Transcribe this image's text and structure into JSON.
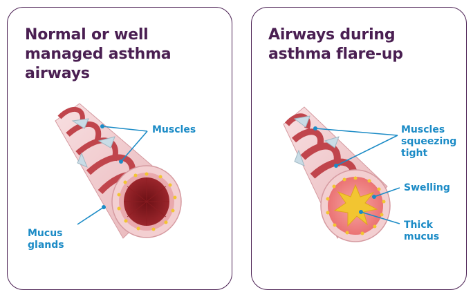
{
  "panels": {
    "normal": {
      "title": "Normal or well managed asthma airways",
      "labels": {
        "muscles": "Muscles",
        "mucus_glands": "Mucus\nglands"
      }
    },
    "flare": {
      "title": "Airways during asthma flare-up",
      "labels": {
        "muscles_tight": "Muscles\nsqueezing\ntight",
        "swelling": "Swelling",
        "thick_mucus": "Thick\nmucus"
      }
    }
  },
  "colors": {
    "title": "#4a1f52",
    "label": "#1b8bc6",
    "border": "#4a1f52",
    "tube": "#f2c9cc",
    "muscle": "#c0454c",
    "mucus": "#f2c531",
    "gland": "#c9dce6"
  }
}
